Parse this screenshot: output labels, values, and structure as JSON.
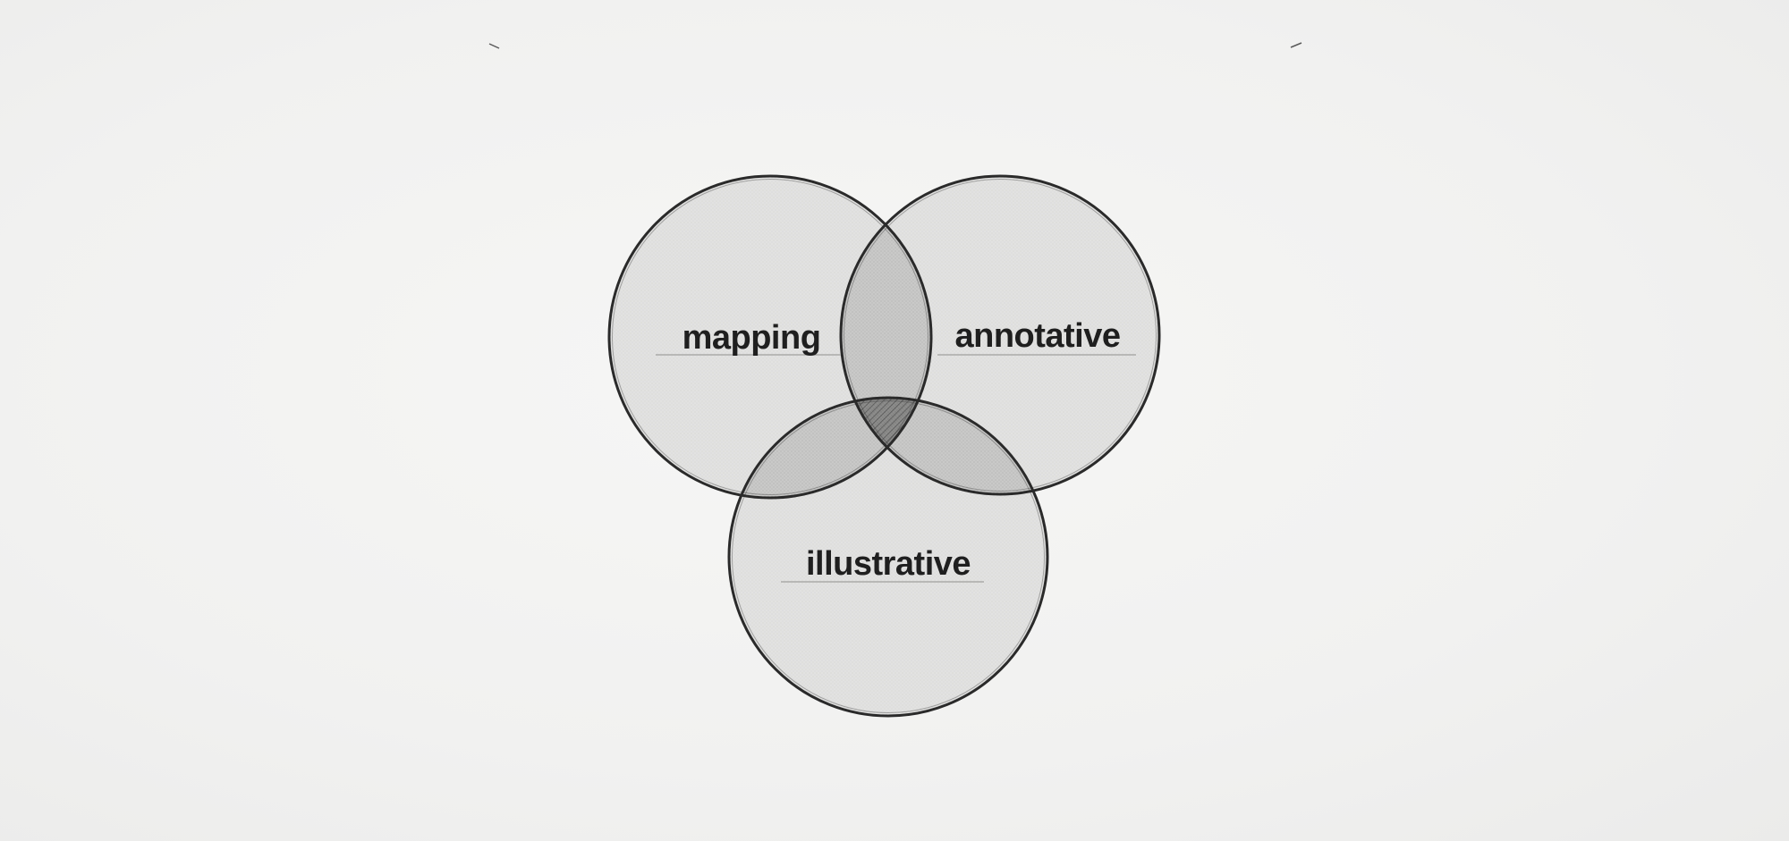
{
  "diagram": {
    "type": "venn",
    "sets": [
      {
        "id": "mapping",
        "label": "mapping"
      },
      {
        "id": "annotative",
        "label": "annotative"
      },
      {
        "id": "illustrative",
        "label": "illustrative"
      }
    ]
  },
  "colors": {
    "paper": "#f1f1f0",
    "circle_fill": "#e2e2e1",
    "pair_overlap": "#c9c9c8",
    "triple_overlap": "#8c8c8b",
    "stroke": "#2a2a2a",
    "text": "#1f1f1f"
  }
}
